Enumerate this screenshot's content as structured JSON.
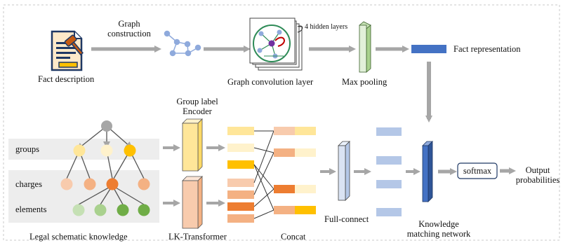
{
  "labels": {
    "fact_description": "Fact description",
    "graph_construction": [
      "Graph",
      "construction"
    ],
    "hidden_layers": "4 hidden layers",
    "graph_conv_layer": "Graph convolution layer",
    "max_pooling": "Max pooling",
    "fact_representation": "Fact representation",
    "group_label_encoder": [
      "Group label",
      "Encoder"
    ],
    "groups": "groups",
    "charges": "charges",
    "elements": "elements",
    "legal_schematic_knowledge": "Legal schematic knowledge",
    "lk_transformer": "LK-Transformer",
    "concat": "Concat",
    "full_connect": "Full-connect",
    "knowledge_matching_network": [
      "Knowledge",
      "matching network"
    ],
    "softmax": "softmax",
    "output_probabilities": [
      "Output",
      "probabilities"
    ]
  },
  "colors": {
    "arrow": "#a6a6a6",
    "group_fill": "#ffe699",
    "group_fill_selected": "#ffc000",
    "charge_fill": "#f8cbad",
    "charge_fill_mid": "#f4b183",
    "charge_fill_selected": "#ed7d31",
    "element_fill": "#c5e0b4",
    "element_fill_mid": "#a9d18e",
    "element_fill_selected": "#70ad47",
    "root_fill": "#a6a6a6",
    "fact_rep_bar": "#4472c4",
    "light_blue_bar": "#b4c7e7",
    "graph_node": "#8faadc",
    "gcn_circle": "#2e8b57",
    "gcn_center": "#7030a0"
  }
}
